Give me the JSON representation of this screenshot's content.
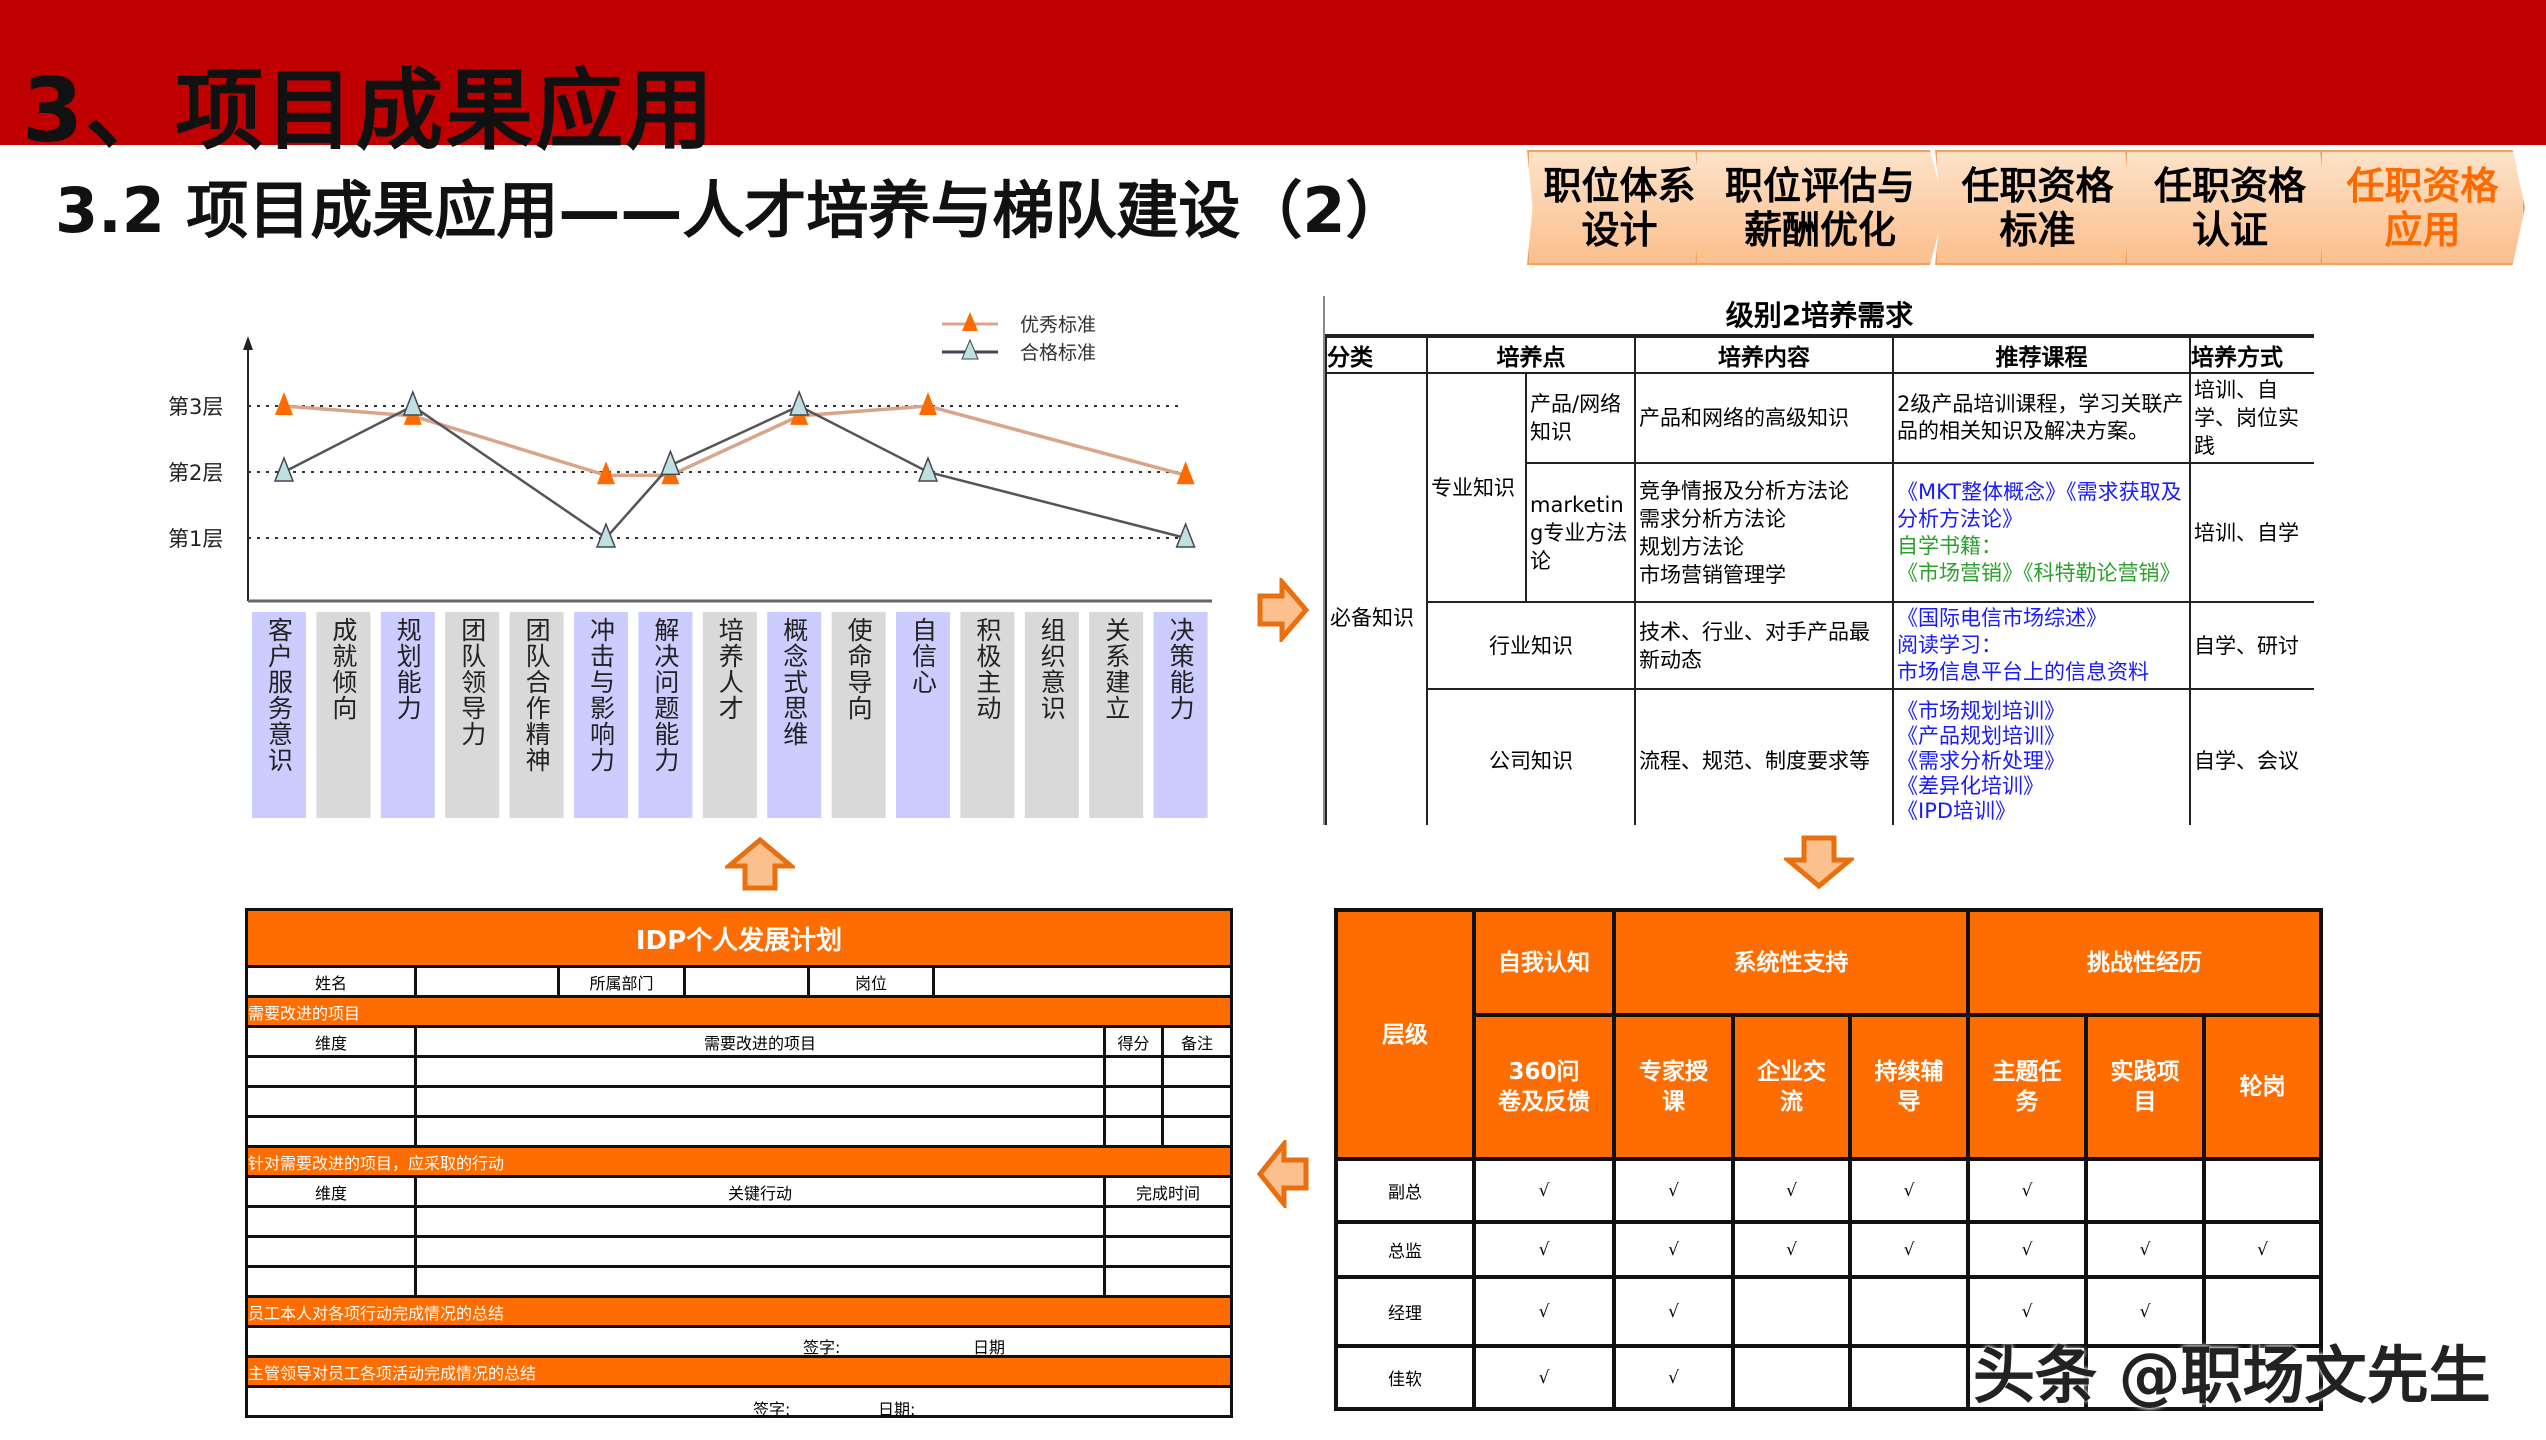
{
  "header": {
    "title": "3、项目成果应用",
    "subtitle": "3.2  项目成果应用——人才培养与梯队建设（2）"
  },
  "tabs": [
    {
      "line1": "职位体系",
      "line2": "设计",
      "active": false
    },
    {
      "line1": "职位评估与",
      "line2": "薪酬优化",
      "active": false
    },
    {
      "line1": "任职资格",
      "line2": "标准",
      "active": false
    },
    {
      "line1": "任职资格",
      "line2": "认证",
      "active": false
    },
    {
      "line1": "任职资格",
      "line2": "应用",
      "active": true
    }
  ],
  "colors": {
    "red": "#c00000",
    "orange": "#ff6d00",
    "excellent": "#f07020",
    "qualified": "#444444",
    "purple_cat": "#ccccff",
    "grey_cat": "#d9d9d9"
  },
  "chart_data": {
    "type": "line",
    "yticks": [
      "第1层",
      "第2层",
      "第3层"
    ],
    "ylim": [
      0,
      3.6
    ],
    "categories": [
      "客户服务意识",
      "成就倾向",
      "规划能力",
      "团队领导力",
      "团队合作精神",
      "冲击与影响力",
      "解决问题能力",
      "培养人才",
      "概念式思维",
      "使命导向",
      "自信心",
      "积极主动",
      "组织意识",
      "关系建立",
      "决策能力"
    ],
    "highlighted": [
      true,
      false,
      true,
      false,
      false,
      true,
      true,
      false,
      true,
      false,
      true,
      false,
      false,
      false,
      true
    ],
    "legend_position": "top-right",
    "series": [
      {
        "name": "优秀标准",
        "points": [
          [
            "客户服务意识",
            3
          ],
          [
            "规划能力",
            2.85
          ],
          [
            "冲击与影响力",
            1.95
          ],
          [
            "解决问题能力",
            1.95
          ],
          [
            "概念式思维",
            2.85
          ],
          [
            "自信心",
            3
          ],
          [
            "决策能力",
            1.95
          ]
        ]
      },
      {
        "name": "合格标准",
        "points": [
          [
            "客户服务意识",
            2
          ],
          [
            "规划能力",
            3
          ],
          [
            "冲击与影响力",
            1
          ],
          [
            "解决问题能力",
            2.1
          ],
          [
            "概念式思维",
            3
          ],
          [
            "自信心",
            2
          ],
          [
            "决策能力",
            1
          ]
        ]
      }
    ]
  },
  "requirements": {
    "title": "级别2培养需求",
    "headers": [
      "分类",
      "培养点",
      "培养内容",
      "推荐课程",
      "培养方式"
    ],
    "category": "必备知识",
    "professional": "专业知识",
    "rows": [
      {
        "point": "产品/网络知识",
        "content": "产品和网络的高级知识",
        "courses": [
          {
            "t": "2级产品培训课程，学习关联产品的相关知识及解决方案。",
            "c": ""
          }
        ],
        "method": "培训、自学、岗位实践"
      },
      {
        "point": "marketing专业方法论",
        "content": "竞争情报及分析方法论\n需求分析方法论\n规划方法论\n市场营销管理学",
        "courses": [
          {
            "t": "《MKT整体概念》《需求获取及分析方法论》",
            "c": "blue"
          },
          {
            "t": "自学书籍：",
            "c": "green"
          },
          {
            "t": "《市场营销》《科特勒论营销》",
            "c": "green"
          }
        ],
        "method": "培训、自学"
      },
      {
        "point": "行业知识",
        "content": "技术、行业、对手产品最新动态",
        "courses": [
          {
            "t": "《国际电信市场综述》",
            "c": "blue"
          },
          {
            "t": "阅读学习：",
            "c": "blue"
          },
          {
            "t": "市场信息平台上的信息资料",
            "c": "blue"
          }
        ],
        "method": "自学、研讨"
      },
      {
        "point": "公司知识",
        "content": "流程、规范、制度要求等",
        "courses": [
          {
            "t": "《市场规划培训》",
            "c": "blue"
          },
          {
            "t": "《产品规划培训》",
            "c": "blue"
          },
          {
            "t": "《需求分析处理》",
            "c": "blue"
          },
          {
            "t": "《差异化培训》",
            "c": "blue"
          },
          {
            "t": "《IPD培训》",
            "c": "blue"
          }
        ],
        "method": "自学、会议"
      }
    ]
  },
  "idp": {
    "title": "IDP个人发展计划",
    "name_label": "姓名",
    "dept_label": "所属部门",
    "post_label": "岗位",
    "section1": "需要改进的项目",
    "s1_headers": [
      "维度",
      "需要改进的项目",
      "得分",
      "备注"
    ],
    "section2": "针对需要改进的项目，应采取的行动",
    "s2_headers": [
      "维度",
      "关键行动",
      "完成时间"
    ],
    "section3": "员工本人对各项行动完成情况的总结",
    "sign1": "签字:",
    "date1": "日期",
    "section4": "主管领导对员工各项活动完成情况的总结",
    "sign2": "签字:",
    "date2": "日期:"
  },
  "development": {
    "level_header": "层级",
    "groups": [
      "自我认知",
      "系统性支持",
      "挑战性经历"
    ],
    "columns": [
      "360问卷及反馈",
      "专家授课",
      "企业交流",
      "持续辅导",
      "主题任务",
      "实践项目",
      "轮岗"
    ],
    "check": "√",
    "rows": [
      {
        "level": "副总",
        "checks": [
          true,
          true,
          true,
          true,
          true,
          false,
          false
        ]
      },
      {
        "level": "总监",
        "checks": [
          true,
          true,
          true,
          true,
          true,
          true,
          true
        ]
      },
      {
        "level": "经理",
        "checks": [
          true,
          true,
          false,
          false,
          true,
          true,
          false
        ]
      },
      {
        "level": "佳软",
        "checks": [
          true,
          true,
          false,
          false,
          false,
          false,
          false
        ]
      }
    ]
  },
  "watermark": "头条 @职场文先生"
}
